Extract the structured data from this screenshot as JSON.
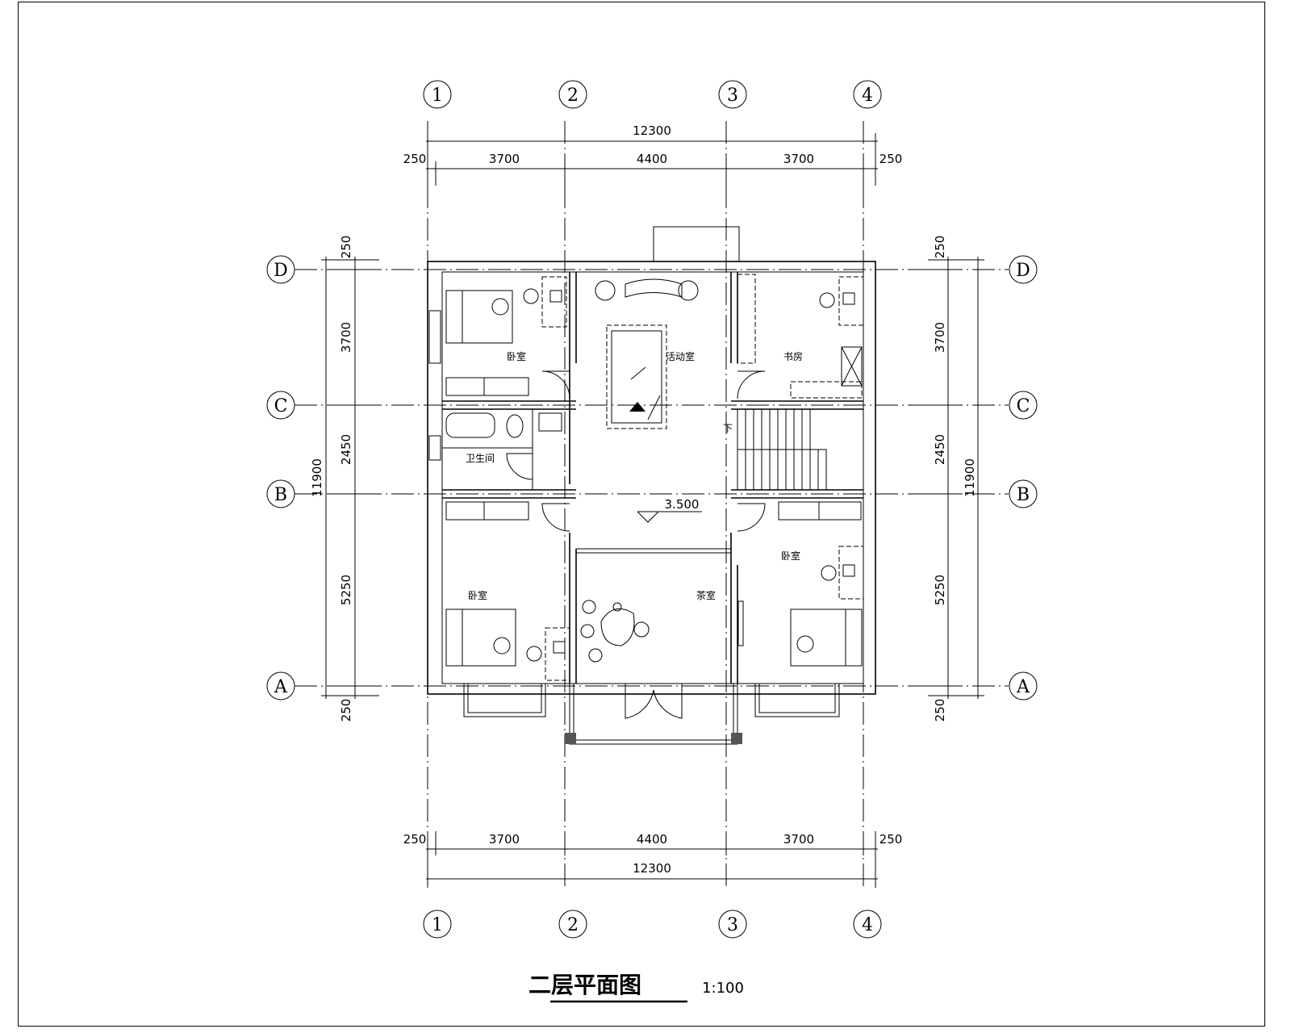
{
  "drawing": {
    "title": "二层平面图",
    "scale": "1:100",
    "level_mark": "3.500"
  },
  "axes": {
    "columns": [
      "1",
      "2",
      "3",
      "4"
    ],
    "rows": [
      "D",
      "C",
      "B",
      "A"
    ]
  },
  "dimensions": {
    "horizontal_total": "12300",
    "horizontal_parts": [
      "250",
      "3700",
      "4400",
      "3700",
      "250"
    ],
    "vertical_total": "11900",
    "vertical_parts": [
      "250",
      "3700",
      "2450",
      "5250",
      "250"
    ]
  },
  "rooms": {
    "bedroom": "卧室",
    "activity_room": "活动室",
    "study": "书房",
    "bathroom": "卫生间",
    "tea_room": "茶室"
  },
  "stair_label": "下"
}
